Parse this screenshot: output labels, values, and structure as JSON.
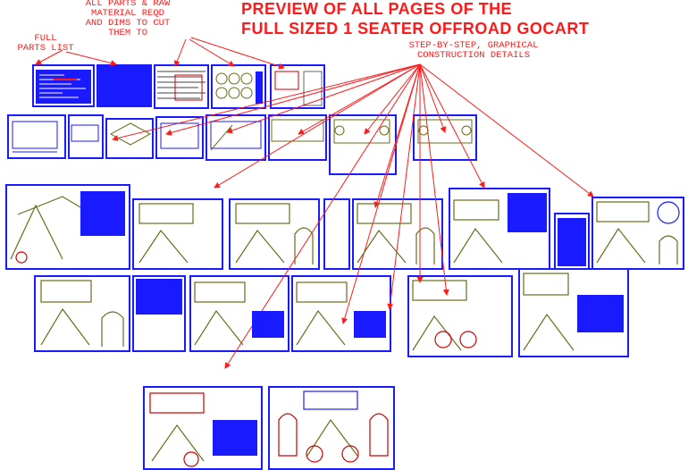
{
  "title": {
    "line1": "PREVIEW OF ALL PAGES OF THE",
    "line2": "FULL SIZED 1 SEATER OFFROAD GOCART"
  },
  "annotations": {
    "full_parts_list": [
      "FULL",
      "PARTS LIST"
    ],
    "all_parts_raw": [
      "ALL PARTS & RAW",
      "MATERIAL REQD",
      "AND DIMS TO CUT",
      "THEM TO"
    ],
    "step_by_step": [
      "STEP-BY-STEP, GRAPHICAL",
      "CONSTRUCTION DETAILS"
    ]
  },
  "colors": {
    "callout_red": "#ff1a1a",
    "sheet_blue": "#1a1aff",
    "frame_olive": "#6b6b1a",
    "wheel_red": "#cc0000"
  }
}
